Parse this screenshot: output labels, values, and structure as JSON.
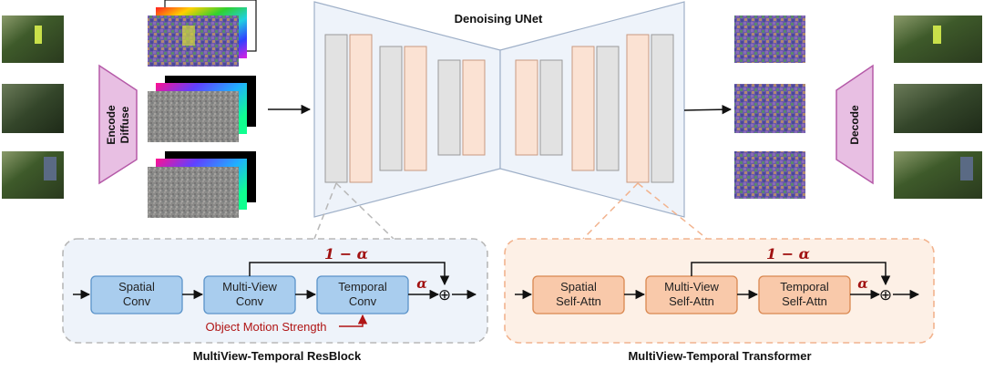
{
  "diagram": {
    "unet_title": "Denoising UNet",
    "encode_label": "Encode",
    "diffuse_label": "Diffuse",
    "decode_label": "Decode",
    "resblock": {
      "title": "MultiView-Temporal ResBlock",
      "blocks": [
        {
          "line1": "Spatial",
          "line2": "Conv"
        },
        {
          "line1": "Multi-View",
          "line2": "Conv"
        },
        {
          "line1": "Temporal",
          "line2": "Conv"
        }
      ],
      "skip_label": "1 − α",
      "alpha_label": "α",
      "sum_symbol": "⊕",
      "motion_label": "Object Motion Strength"
    },
    "transformer": {
      "title": "MultiView-Temporal Transformer",
      "blocks": [
        {
          "line1": "Spatial",
          "line2": "Self-Attn"
        },
        {
          "line1": "Multi-View",
          "line2": "Self-Attn"
        },
        {
          "line1": "Temporal",
          "line2": "Self-Attn"
        }
      ],
      "skip_label": "1 − α",
      "alpha_label": "α",
      "sum_symbol": "⊕"
    }
  },
  "colors": {
    "encode_fill": "#e8bfe3",
    "encode_stroke": "#b55aa8",
    "unet_fill": "#eef3fa",
    "unet_stroke": "#9fb0c8",
    "gray_block": "#e2e2e2",
    "peach_block": "#fbe2d3",
    "blue_block": "#a9cdee",
    "blue_stroke": "#5b93c9",
    "orange_block": "#f9c9aa",
    "orange_stroke": "#d98850",
    "alpha_red": "#a11212"
  }
}
